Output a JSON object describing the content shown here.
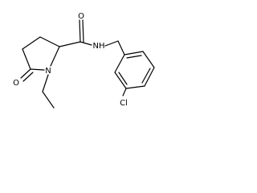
{
  "molecule": {
    "atoms": {
      "carbonyl_oxygen": "O",
      "amide_oxygen": "O",
      "amide_nitrogen": "NH",
      "ring_nitrogen": "N",
      "chlorine": "Cl"
    },
    "colors": {
      "bond": "#000000",
      "label": "#000000",
      "background": "#ffffff"
    }
  }
}
